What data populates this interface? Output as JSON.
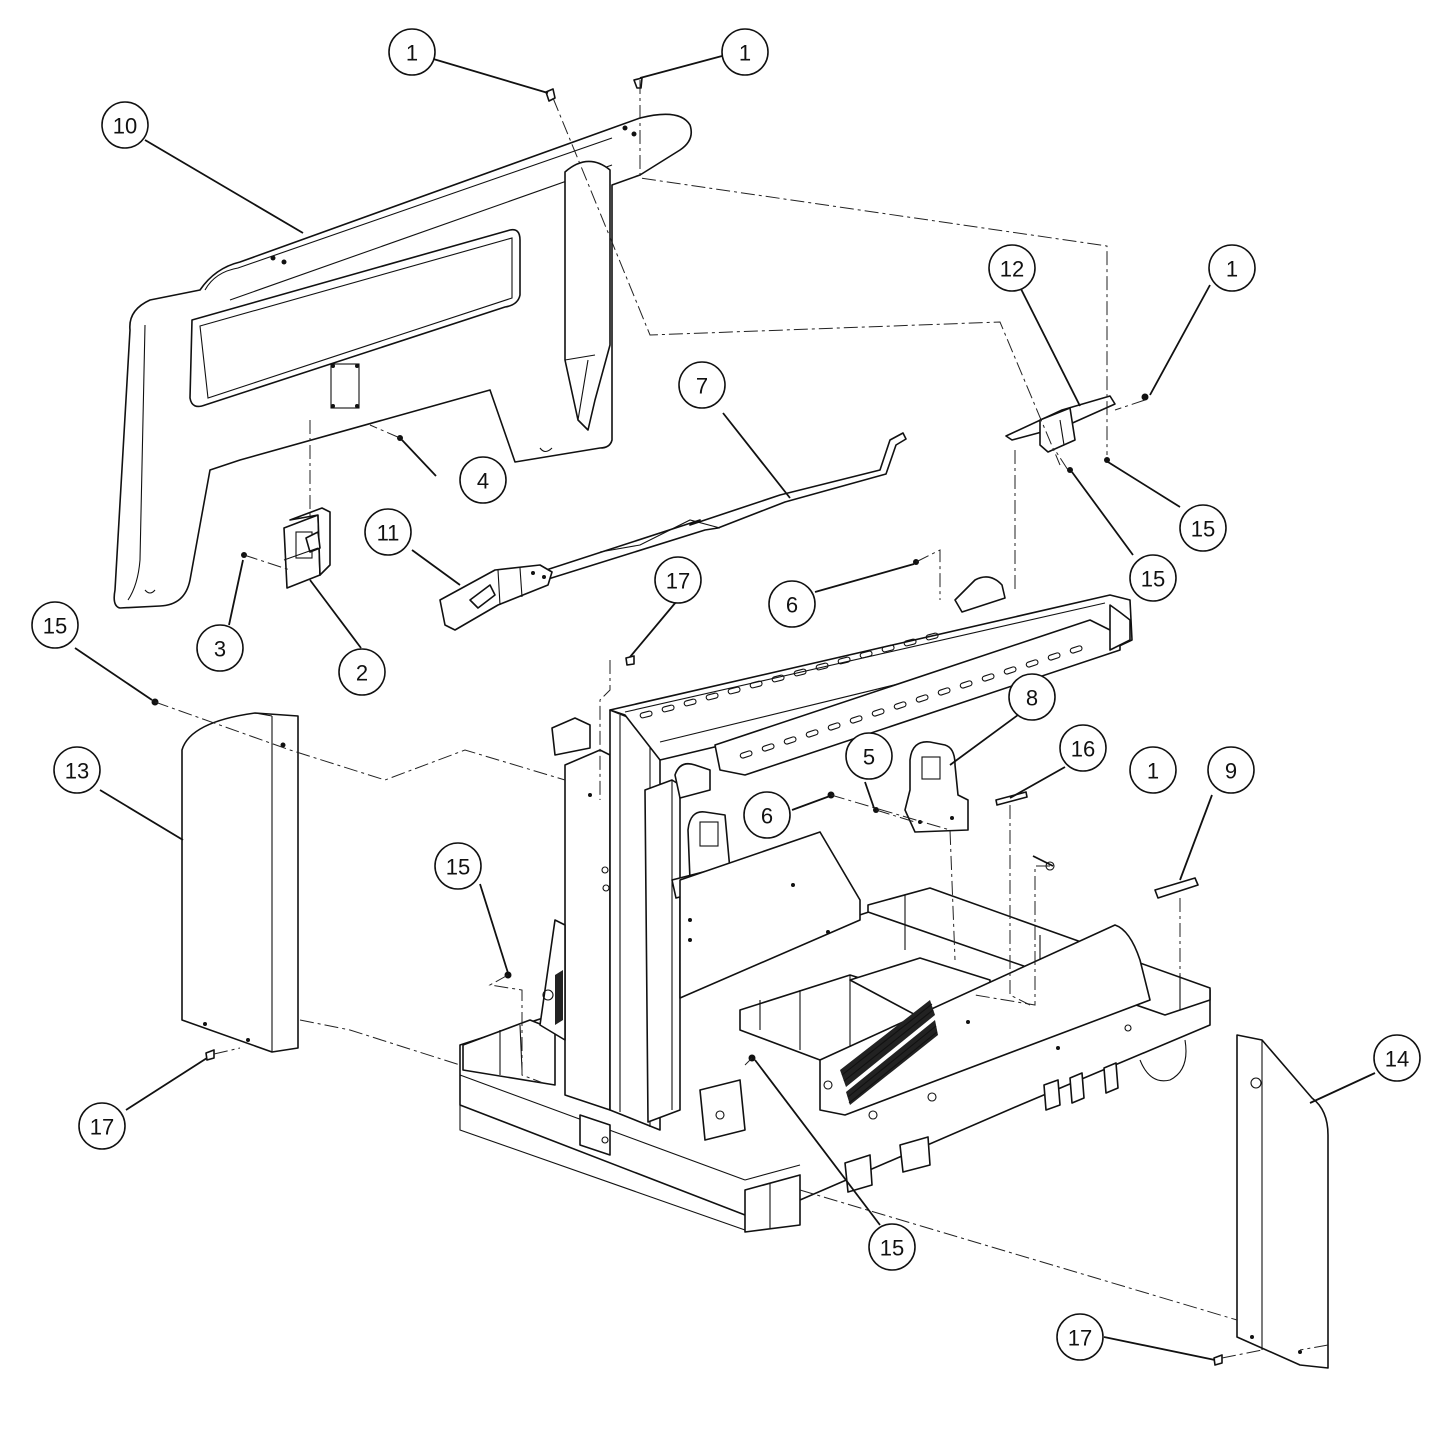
{
  "callouts": [
    {
      "label": "1"
    },
    {
      "label": "1"
    },
    {
      "label": "1"
    },
    {
      "label": "1"
    },
    {
      "label": "2"
    },
    {
      "label": "3"
    },
    {
      "label": "4"
    },
    {
      "label": "5"
    },
    {
      "label": "6"
    },
    {
      "label": "6"
    },
    {
      "label": "7"
    },
    {
      "label": "8"
    },
    {
      "label": "9"
    },
    {
      "label": "10"
    },
    {
      "label": "11"
    },
    {
      "label": "12"
    },
    {
      "label": "13"
    },
    {
      "label": "14"
    },
    {
      "label": "15"
    },
    {
      "label": "15"
    },
    {
      "label": "15"
    },
    {
      "label": "15"
    },
    {
      "label": "15"
    },
    {
      "label": "16"
    },
    {
      "label": "17"
    },
    {
      "label": "17"
    },
    {
      "label": "17"
    }
  ]
}
